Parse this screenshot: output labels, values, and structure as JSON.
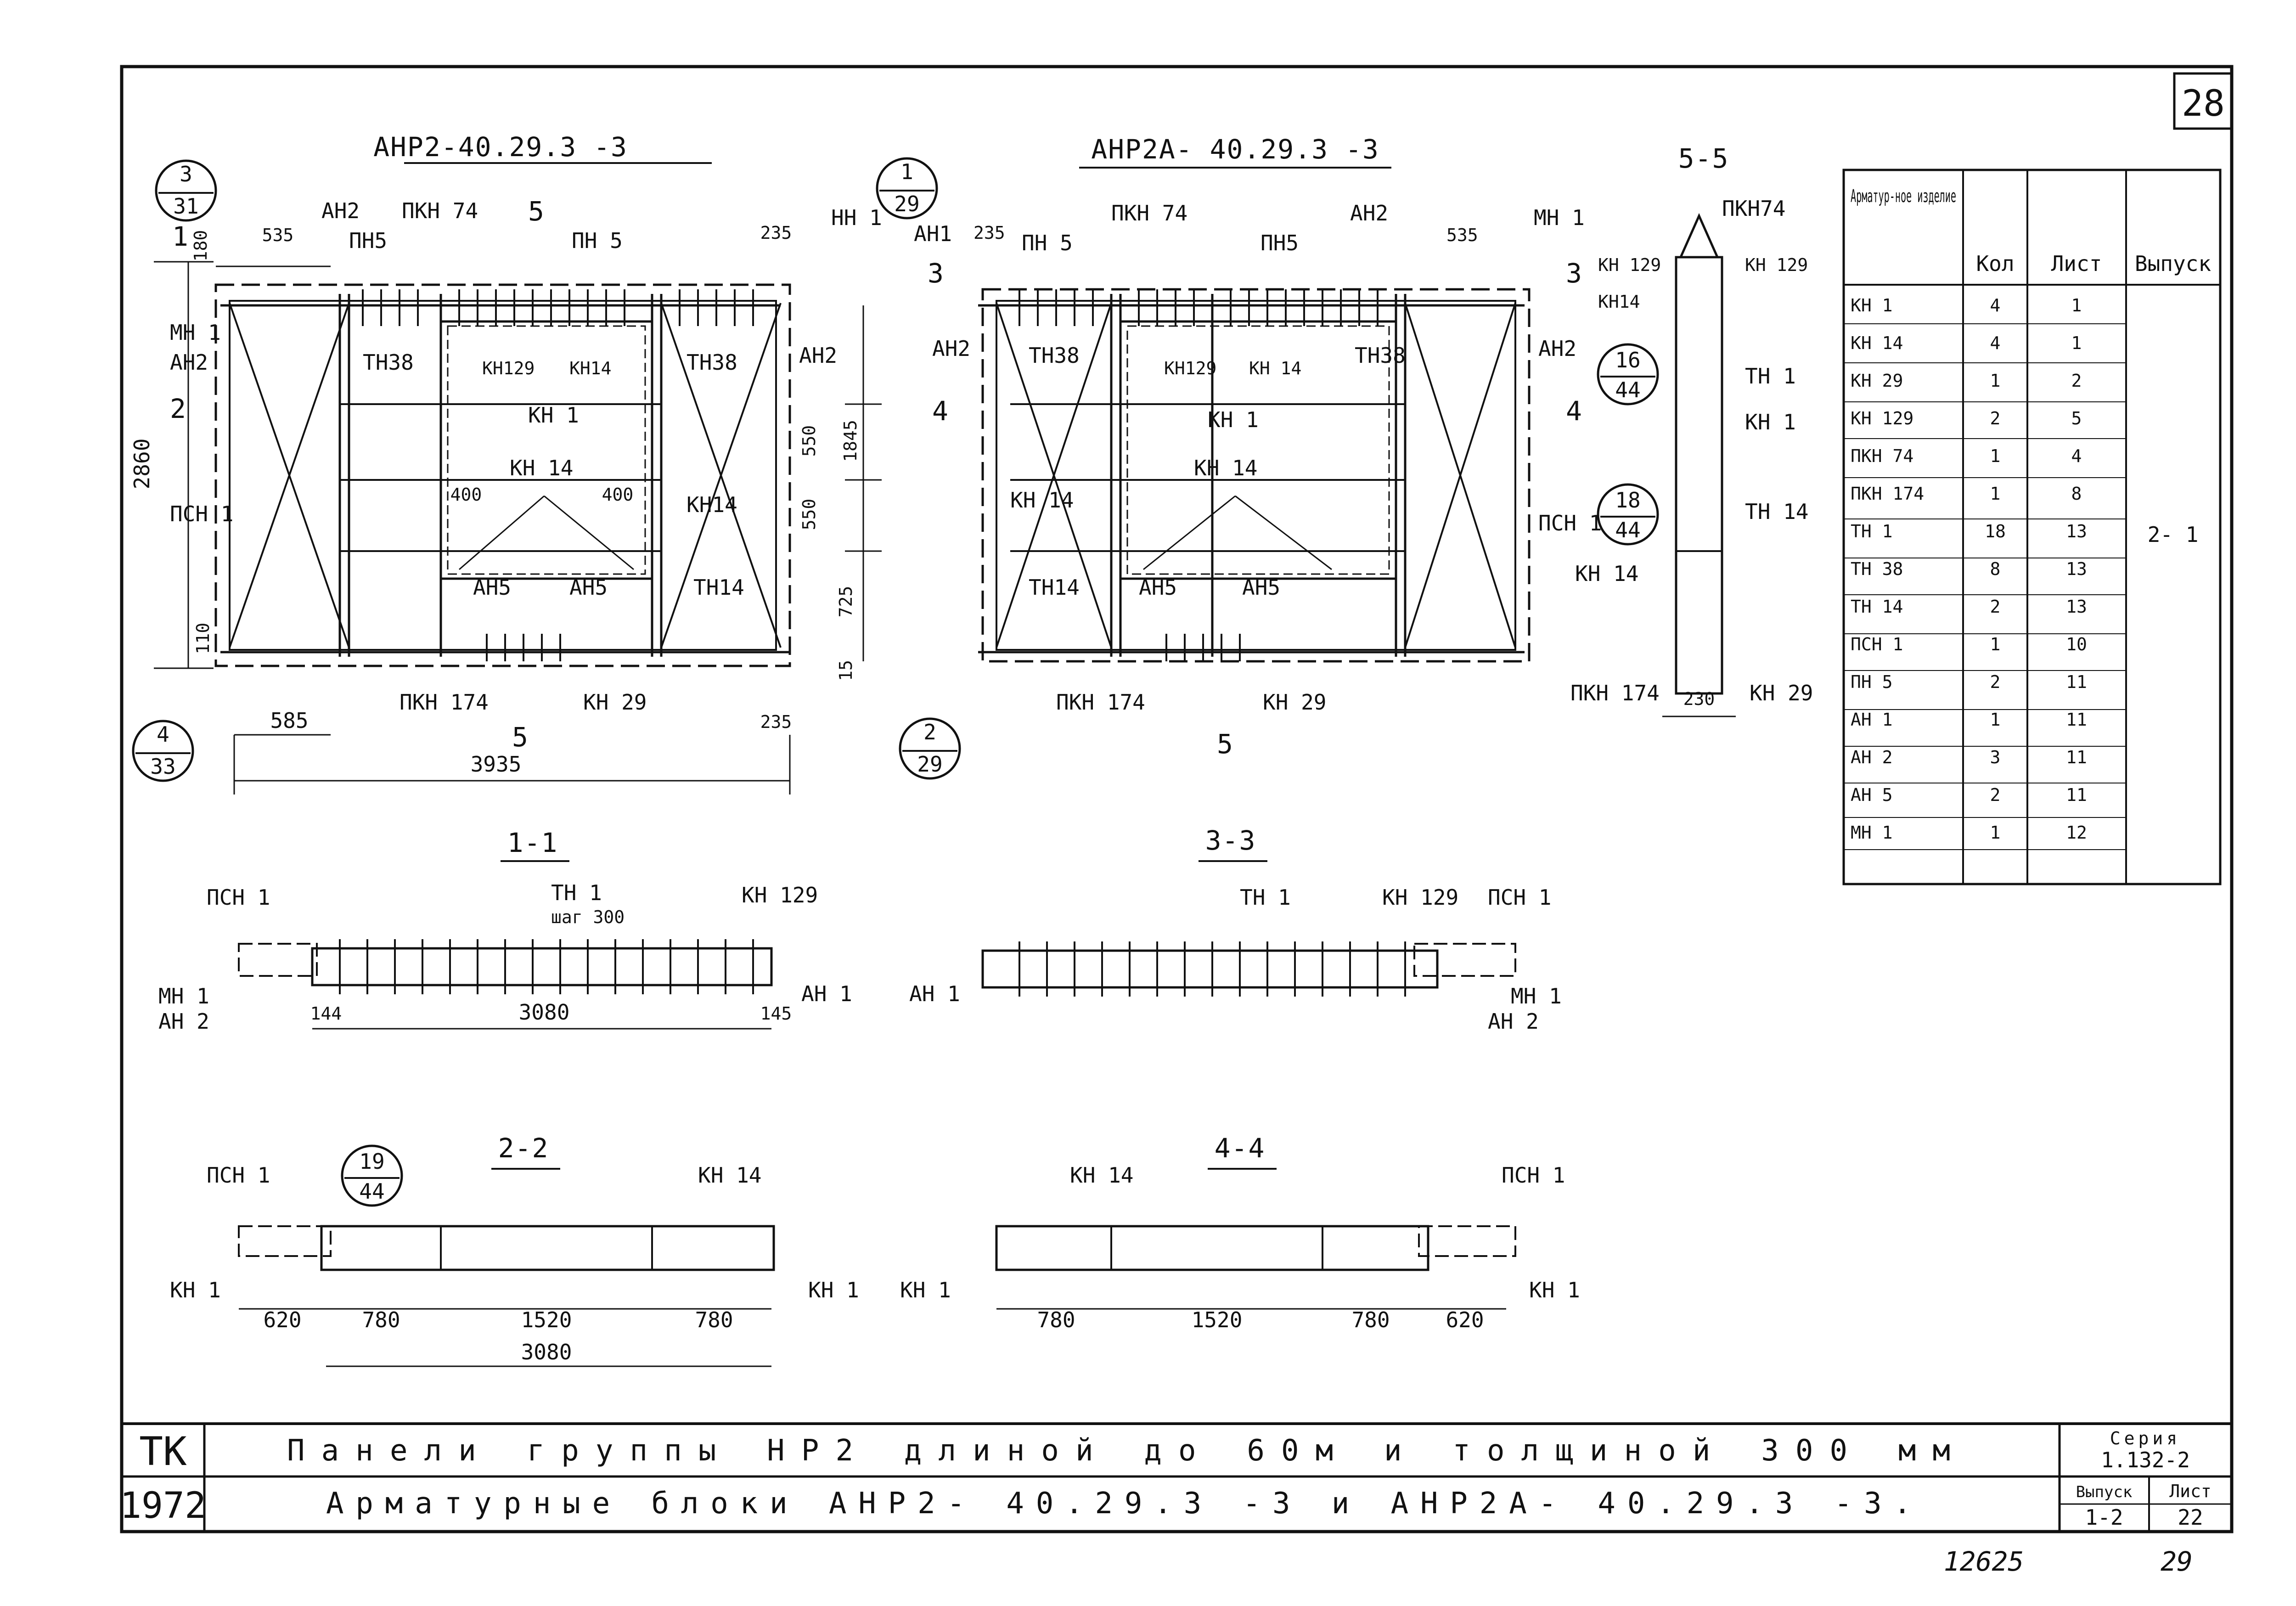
{
  "sheet_number": "28",
  "titles": {
    "left_view": "АНР2-40.29.3 -3",
    "right_view": "АНР2А- 40.29.3 -3",
    "section_5": "5-5",
    "section_1": "1-1",
    "section_3": "3-3",
    "section_2": "2-2",
    "section_4": "4-4"
  },
  "callouts": [
    {
      "top": "3",
      "bottom": "31"
    },
    {
      "top": "1",
      "bottom": "29"
    },
    {
      "top": "4",
      "bottom": "33"
    },
    {
      "top": "2",
      "bottom": "29"
    },
    {
      "top": "16",
      "bottom": "44"
    },
    {
      "top": "18",
      "bottom": "44"
    },
    {
      "top": "19",
      "bottom": "44"
    }
  ],
  "labels_left": {
    "an2_top": "АН2",
    "pn5_a": "ПН5",
    "pkn74": "ПКН 74",
    "pn5_b": "ПН 5",
    "mn1": "МН 1",
    "an2_left": "АН2",
    "psn1": "ПСН 1",
    "tn38_a": "ТН38",
    "tn38_b": "ТН38",
    "kn129": "КН129",
    "kn14_top": "КН14",
    "kn1": "КН 1",
    "kn14_mid": "КН 14",
    "kn14_right": "КН14",
    "an5_a": "АН5",
    "an5_b": "АН5",
    "tn14": "ТН14",
    "an2_right": "АН2",
    "hn1": "НН 1",
    "pkn174": "ПКН 174",
    "kn29": "КН 29",
    "d535": "535",
    "d235": "235",
    "d180": "180",
    "d400a": "400",
    "d400b": "400",
    "d550a": "550",
    "d550b": "550",
    "d1845": "1845",
    "d725": "725",
    "d110": "110",
    "d15": "15",
    "d585": "585",
    "d3935": "3935",
    "d2860": "2860",
    "d235b": "235",
    "m1": "1",
    "m2": "2",
    "m5": "5",
    "sec5": "5"
  },
  "labels_right": {
    "an1": "АН1",
    "pn5": "ПН 5",
    "pkn74": "ПКН 74",
    "pn5b": "ПН5",
    "an2_top": "АН2",
    "mn1": "МН 1",
    "d535": "535",
    "d235": "235",
    "an2_left": "АН2",
    "tn38_a": "ТН38",
    "tn38_b": "ТН38",
    "kn129": "КН129",
    "kn14_top": "КН 14",
    "kn1": "КН 1",
    "kn14_left": "КН 14",
    "kn14_mid": "КН 14",
    "an5_a": "АН5",
    "an5_b": "АН5",
    "tn14": "ТН14",
    "an2_right": "АН2",
    "psn1": "ПСН 1",
    "pkn174": "ПКН 174",
    "kn29": "КН 29",
    "m3": "3",
    "m4": "4",
    "m4b": "4",
    "m3b": "3",
    "sec5": "5"
  },
  "labels_55": {
    "pkn74": "ПКН74",
    "kn129a": "КН 129",
    "kn129b": "КН 129",
    "kn14": "КН14",
    "tn1": "ТН 1",
    "kn1": "КН 1",
    "tn14": "ТН 14",
    "kn14b": "КН 14",
    "pkn174": "ПКН 174",
    "kn29": "КН 29",
    "d230": "230"
  },
  "labels_11": {
    "psn1": "ПСН 1",
    "tn1": "ТН 1",
    "step": "шаг 300",
    "kn129": "КН 129",
    "mn1": "МН 1",
    "an2": "АН 2",
    "an1": "АН 1",
    "d144": "144",
    "d3080": "3080",
    "d145": "145"
  },
  "labels_33": {
    "tn1": "ТН 1",
    "kn129": "КН 129",
    "psn1": "ПСН 1",
    "an1": "АН 1",
    "mn1": "МН 1",
    "an2": "АН 2"
  },
  "labels_22": {
    "psn1": "ПСН 1",
    "kn14": "КН 14",
    "kn1a": "КН 1",
    "kn1b": "КН 1",
    "d620": "620",
    "d780a": "780",
    "d1520": "1520",
    "d780b": "780",
    "d3080": "3080"
  },
  "labels_44": {
    "kn14": "КН 14",
    "psn1": "ПСН 1",
    "kn1a": "КН 1",
    "kn1b": "КН 1",
    "d780a": "780",
    "d1520": "1520",
    "d780b": "780",
    "d620": "620"
  },
  "spec_table": {
    "headers": [
      "Арматур-ное изделие",
      "Кол",
      "Лист",
      "Выпуск"
    ],
    "rows": [
      [
        "КН 1",
        "4",
        "1"
      ],
      [
        "КН 14",
        "4",
        "1"
      ],
      [
        "КН 29",
        "1",
        "2"
      ],
      [
        "КН 129",
        "2",
        "5"
      ],
      [
        "ПКН 74",
        "1",
        "4"
      ],
      [
        "ПКН 174",
        "1",
        "8"
      ],
      [
        "ТН 1",
        "18",
        "13"
      ],
      [
        "ТН 38",
        "8",
        "13"
      ],
      [
        "ТН 14",
        "2",
        "13"
      ],
      [
        "ПСН 1",
        "1",
        "10"
      ],
      [
        "ПН 5",
        "2",
        "11"
      ],
      [
        "АН 1",
        "1",
        "11"
      ],
      [
        "АН 2",
        "3",
        "11"
      ],
      [
        "АН 5",
        "2",
        "11"
      ],
      [
        "МН 1",
        "1",
        "12"
      ]
    ],
    "issue": "2- 1"
  },
  "title_block": {
    "org": "ТК",
    "year": "1972",
    "line1": "Панели группы НР2 длиной до 60м и толщиной 300 мм",
    "line2": "Арматурные блоки АНР2- 40.29.3 -3 и АНР2А- 40.29.3 -3.",
    "series_label": "Серия",
    "series_value": "1.132-2",
    "issue_label": "Выпуск",
    "issue_value": "1-2",
    "sheet_label": "Лист",
    "sheet_value": "22"
  },
  "footer": {
    "inventory": "12625",
    "page": "29"
  }
}
